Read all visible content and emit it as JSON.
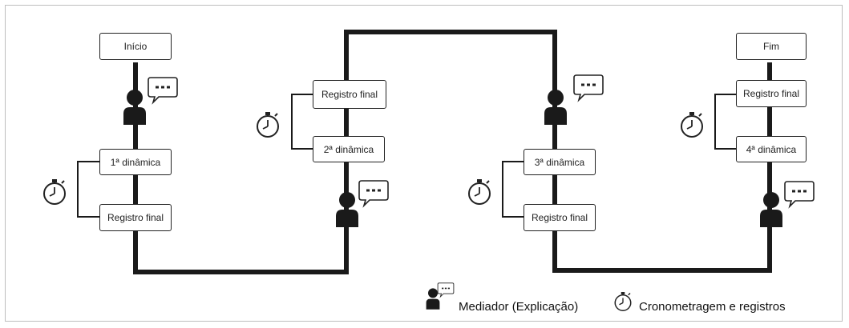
{
  "diagram": {
    "start_label": "Início",
    "end_label": "Fim",
    "steps": {
      "d1": "1ª dinâmica",
      "d2": "2ª dinâmica",
      "d3": "3ª dinâmica",
      "d4": "4ª dinâmica",
      "record": "Registro final"
    },
    "legend": {
      "mediator": "Mediador (Explicação)",
      "timer": "Cronometragem e registros"
    },
    "icons": [
      "person-speech-bubble-icon",
      "stopwatch-icon"
    ],
    "colors": {
      "line": "#1a1a1a",
      "box_border": "#222222"
    }
  }
}
